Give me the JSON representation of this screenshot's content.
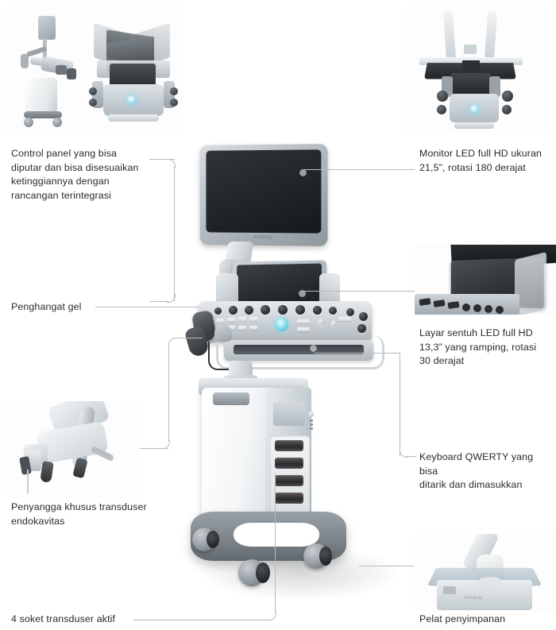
{
  "page": {
    "title": "Ultrasound System Feature Callout Diagram",
    "language": "id",
    "background_color": "#ffffff",
    "leader_line_color": "#b9b9b9",
    "text_color": "#2b2a29",
    "brand_text": "mindray"
  },
  "callouts": [
    {
      "id": "control-panel",
      "label": "Control panel yang bisa\ndiputar dan bisa disesuaikan\nketinggiannya dengan\nrancangan terintegrasi",
      "side": "left"
    },
    {
      "id": "gel-warmer",
      "label": "Penghangat gel",
      "side": "left"
    },
    {
      "id": "endocavity-holder",
      "label": "Penyangga khusus transduser\nendokavitas",
      "side": "left"
    },
    {
      "id": "transducer-sockets",
      "label": "4 soket transduser aktif",
      "side": "left"
    },
    {
      "id": "monitor",
      "label": "Monitor LED full HD ukuran\n21,5”, rotasi 180 derajat",
      "side": "right"
    },
    {
      "id": "touchscreen",
      "label": "Layar sentuh LED full HD\n13,3” yang ramping, rotasi\n30 derajat",
      "side": "right"
    },
    {
      "id": "keyboard",
      "label": "Keyboard QWERTY yang bisa\nditarik dan dimasukkan",
      "side": "right"
    },
    {
      "id": "storage-tray",
      "label": "Pelat penyimpanan",
      "side": "right"
    }
  ],
  "thumbnails": [
    {
      "id": "side-and-rotation-view",
      "caption": "",
      "description": "Side profile of the ultrasound cart next to an overlaid multi-angle monitor rotation composite"
    },
    {
      "id": "monitor-front-view",
      "caption": "",
      "description": "Front view of the control panel with monitor rotation ghost images"
    },
    {
      "id": "touchscreen-closeup",
      "caption": "",
      "description": "Close-up of the tilted touch screen above the control panel"
    },
    {
      "id": "endocavity-holder-closeup",
      "caption": "",
      "description": "Close-up of the dedicated endocavity transducer holder arm"
    },
    {
      "id": "storage-tray-closeup",
      "caption": "",
      "description": "Close-up of the storage plate at the top of the cart body"
    }
  ],
  "machine": {
    "monitor_label": "mindray",
    "socket_count": 4,
    "caster_count": 4
  }
}
